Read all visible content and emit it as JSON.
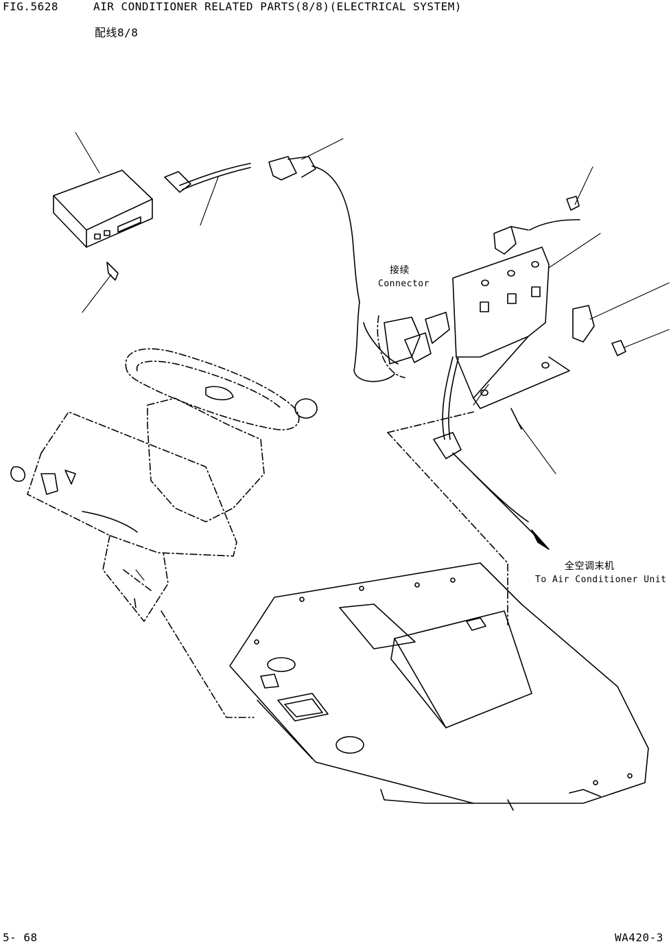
{
  "header": {
    "fig_no": "FIG.5628",
    "title": "AIR CONDITIONER RELATED PARTS(8/8)(ELECTRICAL SYSTEM)",
    "subtitle": "配线8/8"
  },
  "callouts": {
    "connector_cn": "接续",
    "connector_en": "Connector",
    "acunit_cn": "全空调末机",
    "acunit_en": "To Air Conditioner Unit"
  },
  "footer": {
    "page_number": "5- 68",
    "model_code": "WA420-3"
  }
}
